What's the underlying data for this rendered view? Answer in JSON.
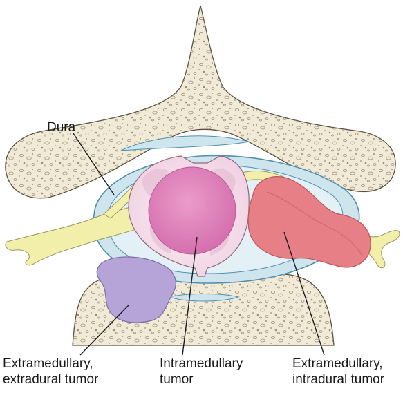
{
  "labels": {
    "dura": "Dura",
    "extradural": {
      "line1": "Extramedullary,",
      "line2": "extradural tumor"
    },
    "intramedullary": {
      "line1": "Intramedullary",
      "line2": "tumor"
    },
    "intradural": {
      "line1": "Extramedullary,",
      "line2": "intradural tumor"
    }
  },
  "colors": {
    "bone_fill": "#f1ead7",
    "bone_stroke": "#5a5040",
    "dura_fill": "#cfe5ee",
    "dura_stroke": "#4f8fb0",
    "nerve_fill": "#f2efaa",
    "cord_fill": "#f7e6ef",
    "grey_matter": "#e4b6cf",
    "intramedullary_tumor": "#e48ec2",
    "extradural_tumor": "#b6a3d8",
    "intradural_tumor": "#e77f86",
    "leader_line": "#1a1a1a"
  }
}
